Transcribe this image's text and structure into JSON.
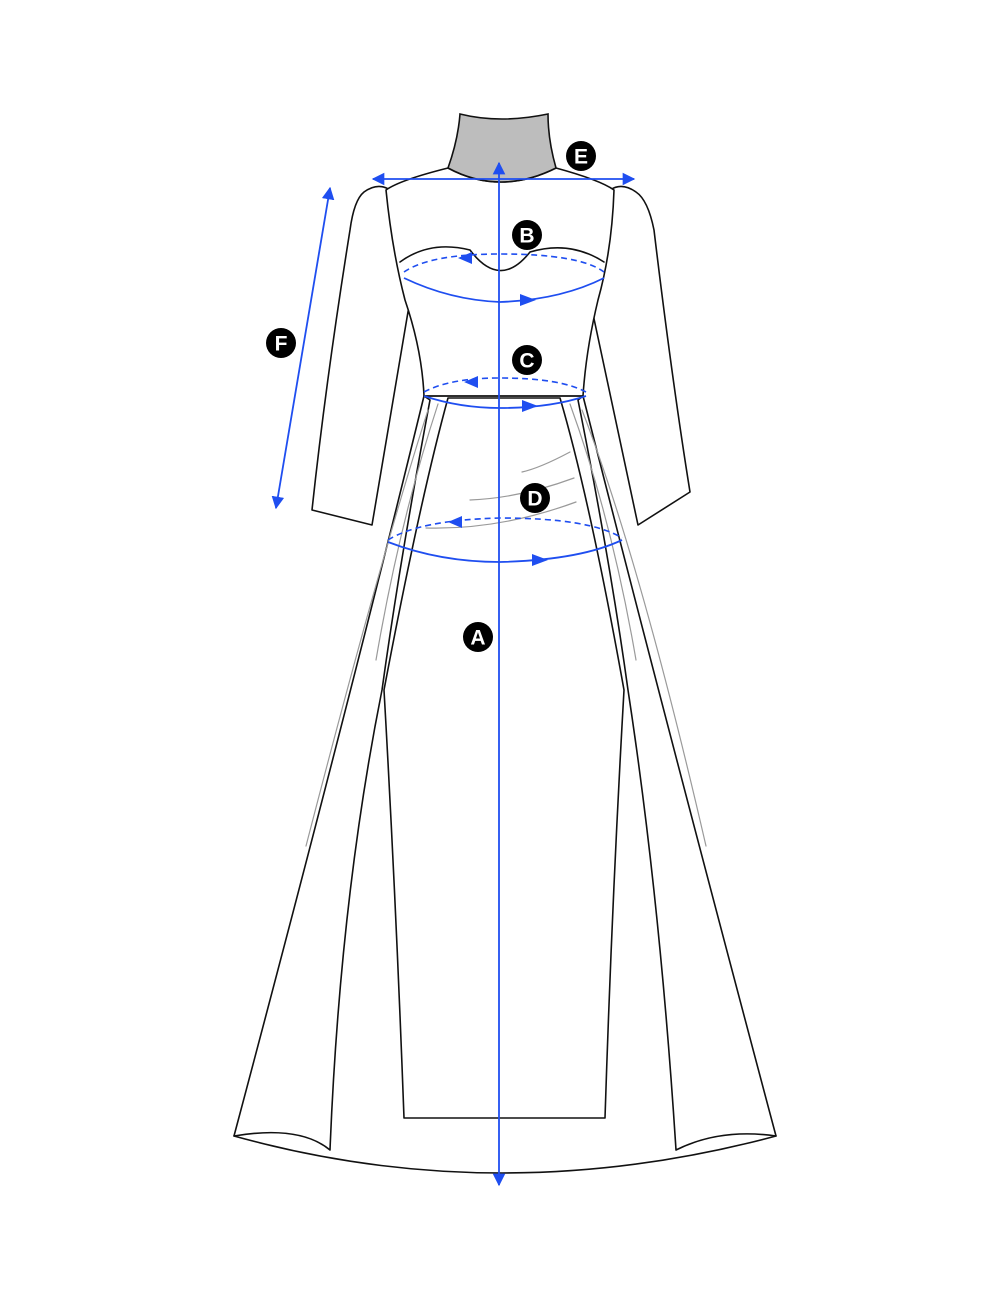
{
  "labels": {
    "A": "A",
    "B": "B",
    "C": "C",
    "D": "D",
    "E": "E",
    "F": "F"
  },
  "colors": {
    "measure": "#1f4ef0",
    "outline": "#111111",
    "neck": "#bdbdbd",
    "badge": "#000000"
  }
}
